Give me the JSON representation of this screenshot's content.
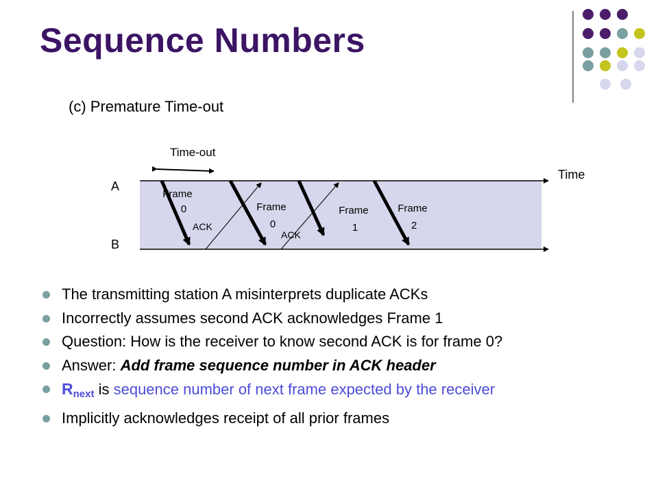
{
  "slide": {
    "title": "Sequence Numbers",
    "subtitle": "(c)  Premature Time-out"
  },
  "diagram": {
    "timeout_label": "Time-out",
    "time_label": "Time",
    "station_a": "A",
    "station_b": "B",
    "frame0_first": [
      "Frame",
      "0"
    ],
    "frame0_second": [
      "Frame",
      "0"
    ],
    "frame1": [
      "Frame",
      "1"
    ],
    "frame2": [
      "Frame",
      "2"
    ],
    "ack_first": "ACK",
    "ack_second": "ACK"
  },
  "bullets": {
    "b1": "The transmitting station A misinterprets duplicate ACKs",
    "b2": "Incorrectly assumes second ACK acknowledges Frame 1",
    "b3": "Question: How is the receiver to know second ACK is for frame 0?",
    "b4_prefix": "Answer: ",
    "b4_emphasis": "Add frame sequence number in ACK header",
    "b5_symbol": "R",
    "b5_subscript": "next",
    "b5_mid": " is ",
    "b5_rest": "sequence number of next frame expected by the receiver",
    "b6": "Implicitly acknowledges receipt of all prior frames"
  },
  "colors": {
    "title": "#3c1464",
    "bullet": "#7a9fa0",
    "highlight_text": "#4c4cd8",
    "timeline_band": "#d6d6ec",
    "dot_purple": "#4a1e6a",
    "dot_teal": "#7a9fa0",
    "dot_olive": "#c4c41e",
    "dot_lavender": "#d6d6ec"
  }
}
